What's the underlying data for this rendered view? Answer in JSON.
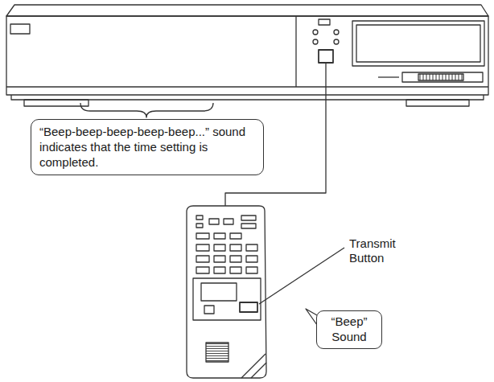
{
  "diagram": {
    "nodes": [
      {
        "text": [
          "“Beep-beep-beep-beep-beep...” sound indicates that the time setting is completed."
        ]
      },
      {
        "text": [
          "“Beep” Sound"
        ]
      }
    ],
    "labels": [
      "Transmit Button"
    ]
  }
}
